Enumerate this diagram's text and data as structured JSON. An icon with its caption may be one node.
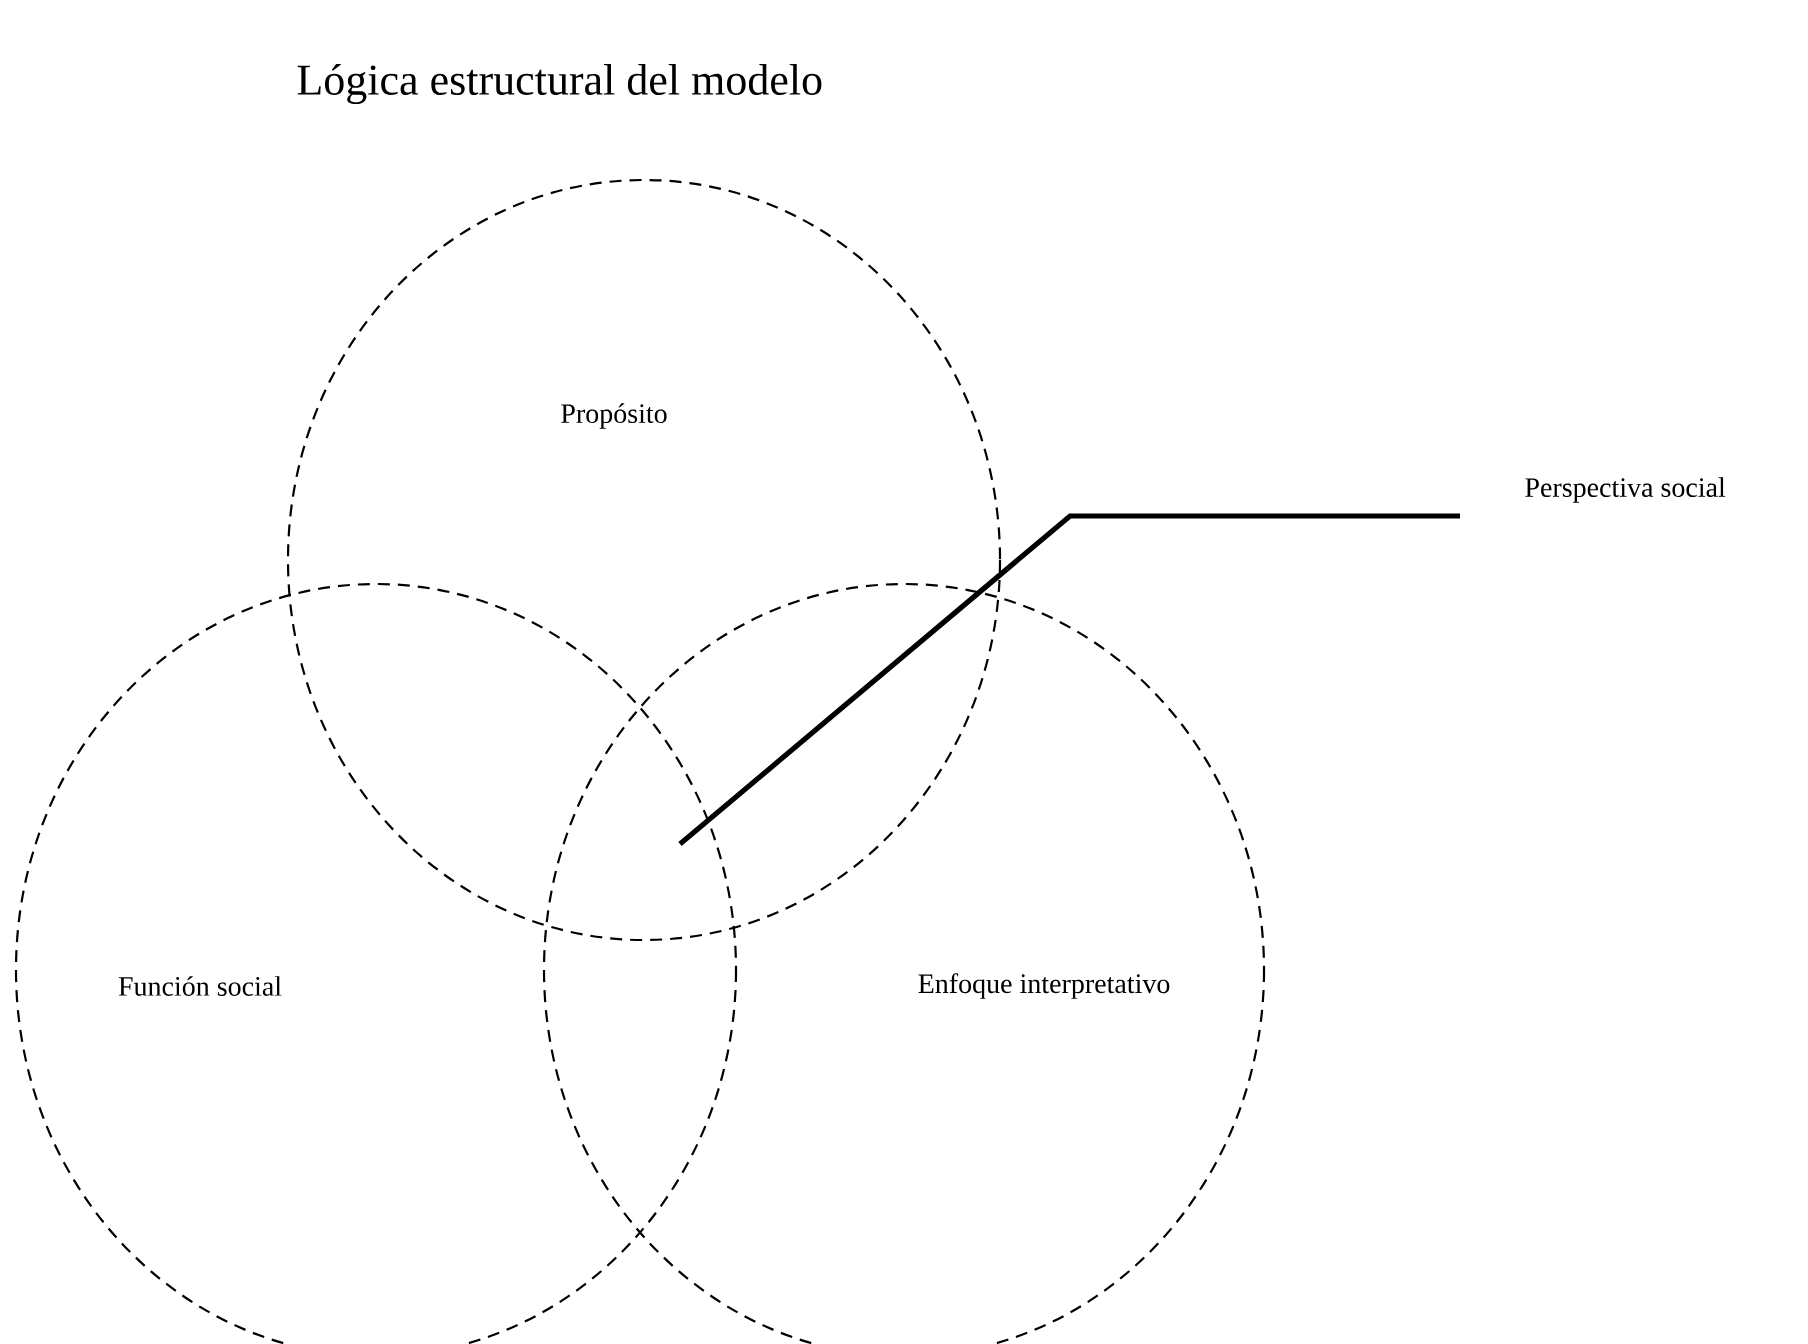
{
  "diagram": {
    "title": "Lógica estructural del modelo",
    "nodes": [
      {
        "text": [
          "Propósito"
        ]
      },
      {
        "text": [
          "Función social"
        ]
      },
      {
        "text": [
          "Enfoque interpretativo"
        ]
      },
      {
        "text": [
          "Perspectiva social"
        ]
      }
    ],
    "edges": [
      {
        "from": 3,
        "to": 0,
        "arrow": "none"
      }
    ]
  }
}
